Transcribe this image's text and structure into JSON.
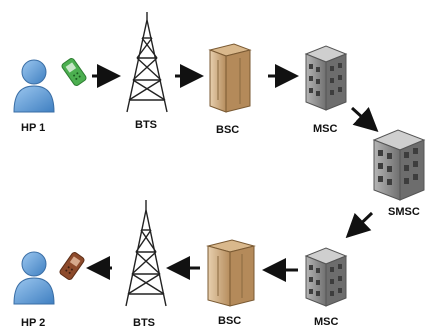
{
  "diagram": {
    "nodes": {
      "hp1": "HP 1",
      "bts1": "BTS",
      "bsc1": "BSC",
      "msc1": "MSC",
      "smsc": "SMSC",
      "msc2": "MSC",
      "bsc2": "BSC",
      "bts2": "BTS",
      "hp2": "HP 2"
    },
    "colors": {
      "person": "#5b9bd5",
      "phone_send": "#4caf50",
      "phone_receive": "#8d4a2b",
      "tower": "#222222",
      "bsc_cabinet": "#c8a37a",
      "msc_building": "#7a7a7a",
      "arrow": "#111111"
    },
    "icons": [
      "person-icon",
      "mobile-phone-icon",
      "cell-tower-icon",
      "cabinet-icon",
      "building-icon",
      "arrow-icon"
    ]
  }
}
